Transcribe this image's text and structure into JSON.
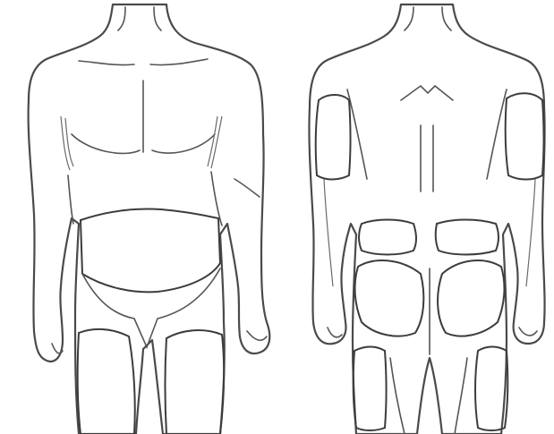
{
  "figure": {
    "views": [
      {
        "id": "front",
        "name": "front-view"
      },
      {
        "id": "back",
        "name": "back-view"
      }
    ],
    "zones": [
      {
        "name": "front-abdomen-zone",
        "view": "front"
      },
      {
        "name": "front-left-thigh-zone",
        "view": "front"
      },
      {
        "name": "front-right-thigh-zone",
        "view": "front"
      },
      {
        "name": "back-left-upper-arm-zone",
        "view": "back"
      },
      {
        "name": "back-right-upper-arm-zone",
        "view": "back"
      },
      {
        "name": "back-left-flank-zone",
        "view": "back"
      },
      {
        "name": "back-right-flank-zone",
        "view": "back"
      },
      {
        "name": "back-left-buttock-zone",
        "view": "back"
      },
      {
        "name": "back-right-buttock-zone",
        "view": "back"
      },
      {
        "name": "back-left-thigh-zone",
        "view": "back"
      },
      {
        "name": "back-right-thigh-zone",
        "view": "back"
      }
    ],
    "colors": {
      "line": "#4a4a4a",
      "grid": "#5a5a5a",
      "background": "#ffffff"
    }
  }
}
